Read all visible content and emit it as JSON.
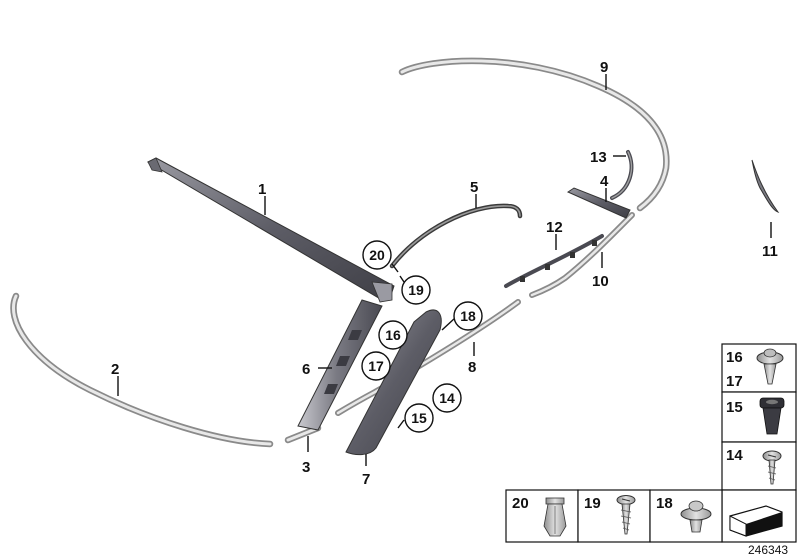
{
  "diagram": {
    "document_number": "246343",
    "callouts": [
      {
        "id": "1",
        "text": "1"
      },
      {
        "id": "2",
        "text": "2"
      },
      {
        "id": "3",
        "text": "3"
      },
      {
        "id": "4",
        "text": "4"
      },
      {
        "id": "5",
        "text": "5"
      },
      {
        "id": "6",
        "text": "6"
      },
      {
        "id": "7",
        "text": "7"
      },
      {
        "id": "8",
        "text": "8"
      },
      {
        "id": "9",
        "text": "9"
      },
      {
        "id": "10",
        "text": "10"
      },
      {
        "id": "11",
        "text": "11"
      },
      {
        "id": "12",
        "text": "12"
      },
      {
        "id": "13",
        "text": "13"
      }
    ],
    "circled_callouts": [
      {
        "id": "20",
        "text": "20"
      },
      {
        "id": "19",
        "text": "19"
      },
      {
        "id": "18",
        "text": "18"
      },
      {
        "id": "16",
        "text": "16"
      },
      {
        "id": "17",
        "text": "17"
      },
      {
        "id": "14",
        "text": "14"
      },
      {
        "id": "15",
        "text": "15"
      }
    ],
    "parts_panel": {
      "row_16_17": [
        "16",
        "17"
      ],
      "row_15": "15",
      "row_14": "14",
      "bottom_row": [
        "20",
        "19",
        "18"
      ]
    }
  }
}
